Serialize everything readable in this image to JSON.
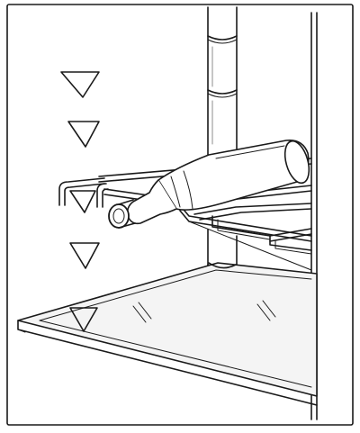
{
  "figure": {
    "kind": "appliance-interior-line-drawing",
    "ink_color": "#1a1a1a",
    "paper_color": "#ffffff",
    "glass_tint": "#f4f4f4"
  },
  "shelf_position_markers": {
    "count": 5,
    "icon": "triangle-down-icon"
  },
  "parts": {
    "bottle_rack": "wire-rack",
    "bottle": "bottle",
    "glass_shelf": "glass-shelf",
    "support_column": "notched-support-column"
  }
}
